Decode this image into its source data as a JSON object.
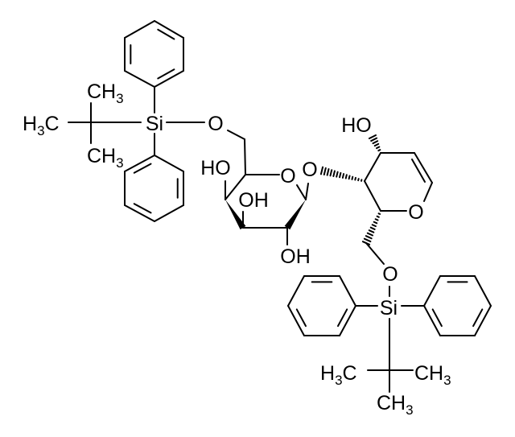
{
  "diagram": {
    "type": "chemical-structure",
    "labels": {
      "silicon": "Si",
      "oxygen": "O",
      "hydroxyl_left": "HO",
      "hydroxyl_right": "OH",
      "methyl": "CH",
      "methyl_sub": "3",
      "methyl_rev_h": "H",
      "methyl_rev_sub": "3",
      "methyl_rev_c": "C"
    },
    "colors": {
      "ink": "#000000",
      "background": "#ffffff"
    }
  }
}
